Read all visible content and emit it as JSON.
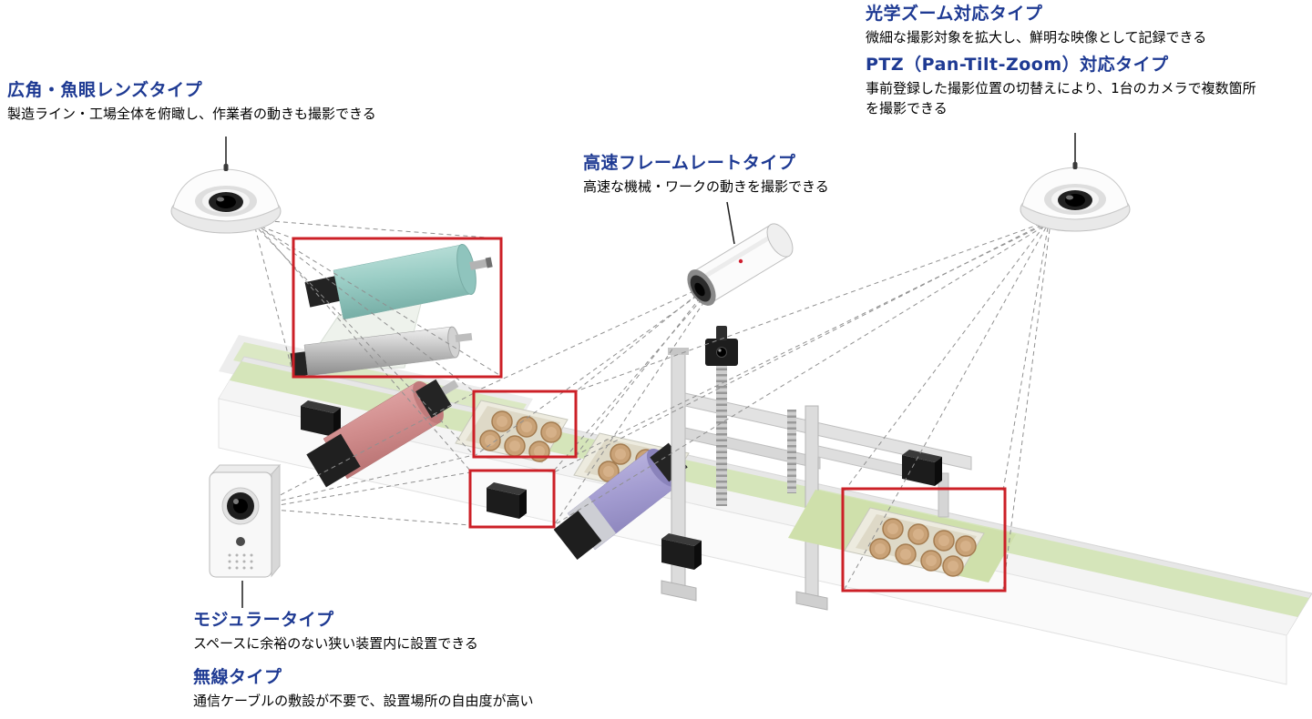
{
  "diagram": {
    "background": "#ffffff",
    "colors": {
      "title": "#1e3a93",
      "text": "#000000",
      "highlight": "#cc2027",
      "dashed_line": "#909090"
    },
    "camera_types": {
      "optical_zoom": {
        "title": "光学ズーム対応タイプ",
        "description": "微細な撮影対象を拡大し、鮮明な映像として記録できる"
      },
      "ptz": {
        "title": "PTZ（Pan-Tilt-Zoom）対応タイプ",
        "description": "事前登録した撮影位置の切替えにより、1台のカメラで複数箇所を撮影できる"
      },
      "wide_fisheye": {
        "title": "広角・魚眼レンズタイプ",
        "description": "製造ライン・工場全体を俯瞰し、作業者の動きも撮影できる"
      },
      "high_speed": {
        "title": "高速フレームレートタイプ",
        "description": "高速な機械・ワークの動きを撮影できる"
      },
      "modular": {
        "title": "モジュラータイプ",
        "description": "スペースに余裕のない狭い装置内に設置できる"
      },
      "wireless": {
        "title": "無線タイプ",
        "description": "通信ケーブルの敷設が不要で、設置場所の自由度が高い"
      }
    }
  }
}
